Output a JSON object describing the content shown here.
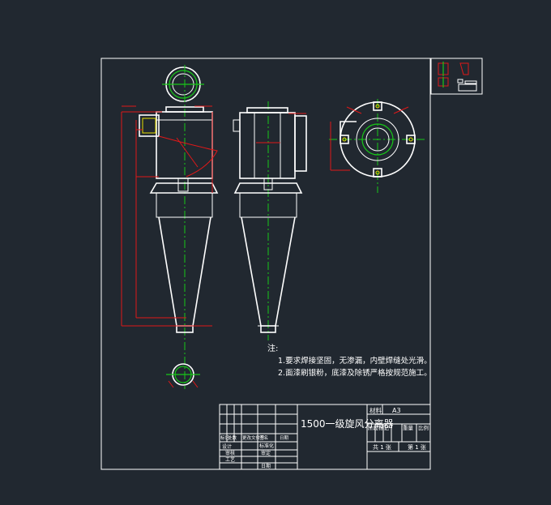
{
  "notes": {
    "heading": "注:",
    "line1": "1.要求焊接坚固，无渗漏，内壁焊缝处光滑。",
    "line2": "2.面漆刷银粉，底漆及除锈严格按规范施工。"
  },
  "title_block": {
    "drawing_title": "1500一级旋风分离器",
    "material_label": "材料",
    "size_value": "A3",
    "stage_mark_label": "阶段标记",
    "weight_label": "重量",
    "scale_label": "比例",
    "sheets_total": "共 1 张",
    "sheet_no": "第 1 张",
    "revision_cols": [
      "标记",
      "处数",
      "更改文件号",
      "签名",
      "日期"
    ],
    "role_designer": "设计",
    "role_standardize": "标准化",
    "role_checker": "审核",
    "role_approver": "审定",
    "role_process": "工艺",
    "role_date": "日期"
  },
  "colors": {
    "background": "#212830",
    "outline": "#ffffff",
    "dimension": "#e01818",
    "centerline": "#18c818",
    "hatch": "#e8e000"
  }
}
